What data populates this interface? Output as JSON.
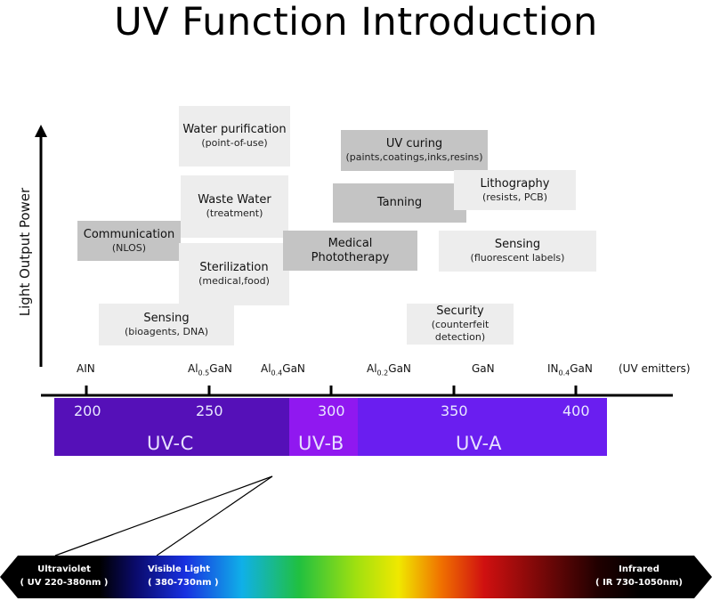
{
  "title": "UV Function Introduction",
  "y_axis_label": "Light Output Power",
  "applications": [
    {
      "name": "water-purification",
      "title": "Water purification",
      "sub": "(point-of-use)"
    },
    {
      "name": "waste-water",
      "title": "Waste Water",
      "sub": "(treatment)"
    },
    {
      "name": "communication",
      "title": "Communication",
      "sub": "(NLOS)"
    },
    {
      "name": "sterilization",
      "title": "Sterilization",
      "sub": "(medical,food)"
    },
    {
      "name": "sensing-bio",
      "title": "Sensing",
      "sub": "(bioagents, DNA)"
    },
    {
      "name": "uv-curing",
      "title": "UV curing",
      "sub": "(paints,coatings,inks,resins)"
    },
    {
      "name": "tanning",
      "title": "Tanning",
      "sub": ""
    },
    {
      "name": "lithography",
      "title": "Lithography",
      "sub": "(resists, PCB)"
    },
    {
      "name": "medical-phototherapy",
      "title": "Medical Phototherapy",
      "sub": ""
    },
    {
      "name": "sensing-fluorescent",
      "title": "Sensing",
      "sub": "(fluorescent labels)"
    },
    {
      "name": "security",
      "title": "Security",
      "sub": "(counterfeit detection)"
    }
  ],
  "emitters": {
    "ain": "AIN",
    "al05": {
      "base": "Al",
      "sub": "0.5",
      "rest": "GaN"
    },
    "al04": {
      "base": "Al",
      "sub": "0.4",
      "rest": "GaN"
    },
    "al02": {
      "base": "Al",
      "sub": "0.2",
      "rest": "GaN"
    },
    "gan": "GaN",
    "in04": {
      "base": "IN",
      "sub": "0.4",
      "rest": "GaN"
    },
    "note": "(UV emitters)"
  },
  "wavelength_ticks": [
    "200",
    "250",
    "300",
    "350",
    "400"
  ],
  "bands": [
    "UV-C",
    "UV-B",
    "UV-A"
  ],
  "spectrum": {
    "ultraviolet": {
      "label": "Ultraviolet",
      "range": "( UV 220-380nm )"
    },
    "visible": {
      "label": "Visible Light",
      "range": "( 380-730nm )"
    },
    "infrared": {
      "label": "Infrared",
      "range": "( IR 730-1050nm)"
    }
  },
  "colors": {
    "uvc": "#5510b8",
    "uvb": "#9018f0",
    "uva": "#6a1ef0",
    "axis": "#000000"
  }
}
